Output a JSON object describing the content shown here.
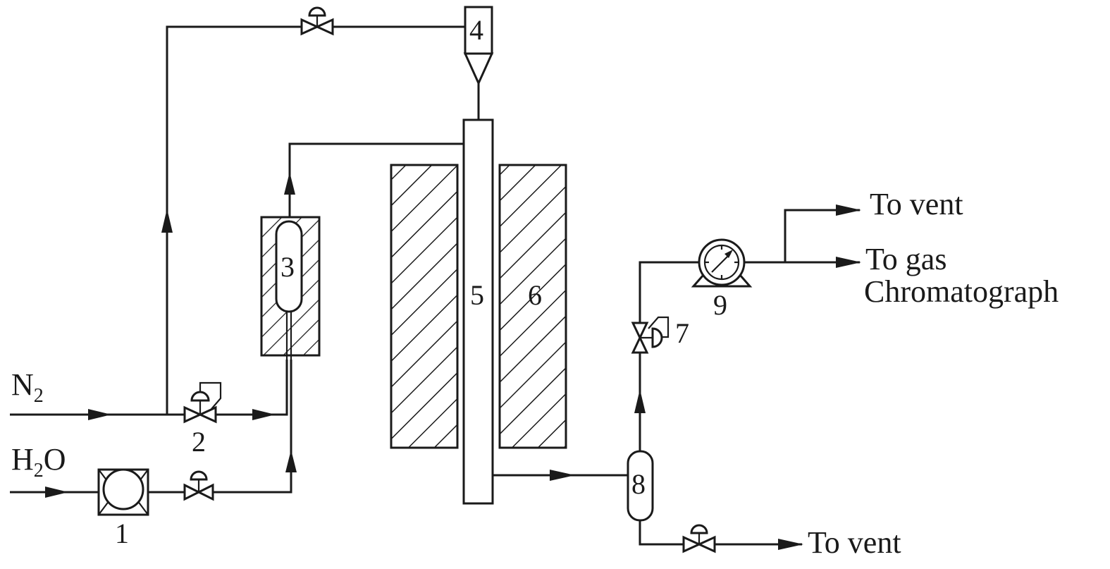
{
  "labels": {
    "n2_main": "N",
    "n2_sub": "2",
    "h2o_pre": "H",
    "h2o_sub": "2",
    "h2o_post": "O",
    "to_vent_top": "To vent",
    "to_gas": "To gas",
    "chromatograph": "Chromatograph",
    "to_vent_bottom": "To vent"
  },
  "components": {
    "c1": "1",
    "c2": "2",
    "c3": "3",
    "c4": "4",
    "c5": "5",
    "c6": "6",
    "c7": "7",
    "c8": "8",
    "c9": "9"
  },
  "colors": {
    "stroke": "#1a1a1a",
    "background": "#ffffff"
  }
}
